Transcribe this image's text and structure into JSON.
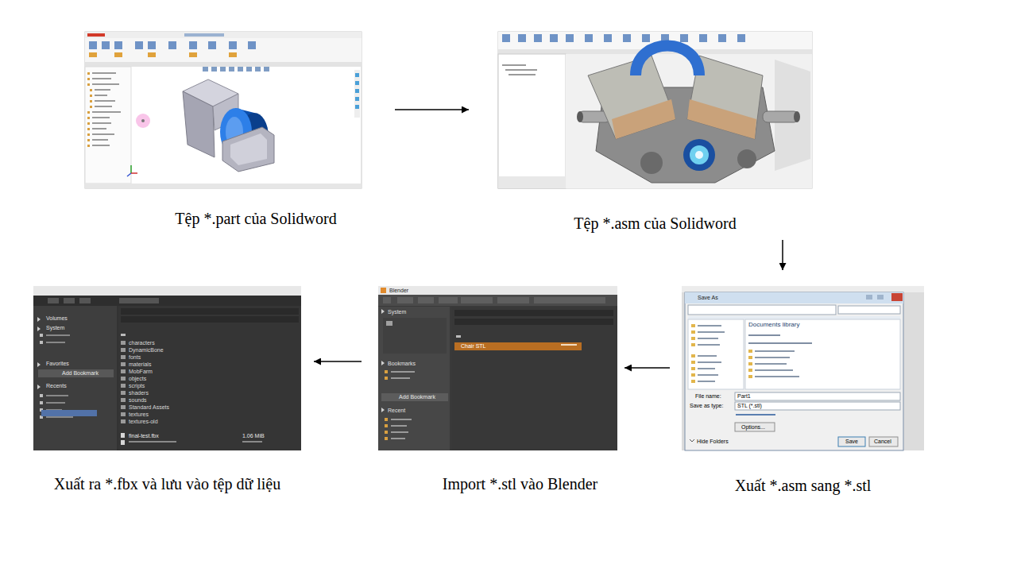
{
  "diagram": {
    "nodes": [
      {
        "text": [
          "Tệp *.part của Solidword"
        ]
      },
      {
        "text": [
          "Tệp *.asm của Solidword"
        ]
      },
      {
        "text": [
          "Xuất ra *.fbx và lưu vào tệp dữ liệu"
        ]
      },
      {
        "text": [
          "Import *.stl vào Blender"
        ]
      },
      {
        "text": [
          "Xuất *.asm sang *.stl"
        ]
      }
    ],
    "edges": [
      {
        "from": 0,
        "to": 1,
        "arrow": "to"
      },
      {
        "from": 1,
        "to": 4,
        "arrow": "to"
      },
      {
        "from": 4,
        "to": 3,
        "arrow": "to"
      },
      {
        "from": 3,
        "to": 2,
        "arrow": "to"
      }
    ],
    "labels": [
      "Volumes",
      "System",
      "Favorites",
      "Add Bookmark",
      "Recents",
      "characters",
      "DynamicBone",
      "fonts",
      "materials",
      "MobFarm",
      "objects",
      "scripts",
      "shaders",
      "sounds",
      "Standard Assets",
      "textures",
      "textures-old",
      "final-test.fbx",
      "1.06 MiB",
      "Blender",
      "System",
      "Bookmarks",
      "Add Bookmark",
      "Recent",
      "Chair STL",
      "Save As",
      "Documents library",
      "File name:",
      "Part1",
      "Save as type:",
      "STL (*.stl)",
      "Options...",
      "Hide Folders",
      "Save",
      "Cancel"
    ]
  }
}
